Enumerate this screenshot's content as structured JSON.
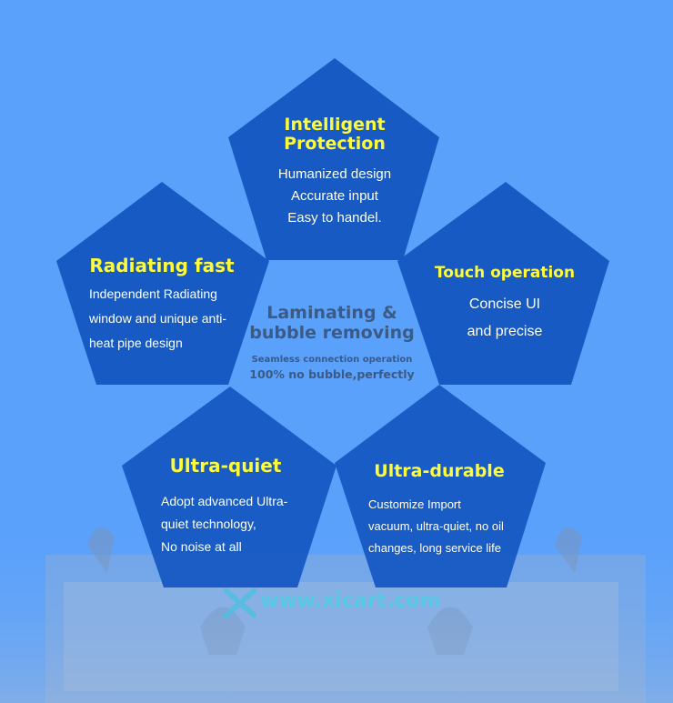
{
  "center": {
    "title_line1": "Laminating &",
    "title_line2": "bubble removing",
    "sub_line1": "Seamless connection operation",
    "sub_line2": "100% no bubble,perfectly"
  },
  "features": {
    "intelligent": {
      "title_line1": "Intelligent",
      "title_line2": "Protection",
      "lines": [
        "Humanized design",
        "Accurate input",
        "Easy to handel."
      ]
    },
    "radiating": {
      "title": "Radiating fast",
      "lines": [
        "Independent Radiating",
        "window and unique anti-",
        "heat pipe design"
      ]
    },
    "touch": {
      "title": "Touch operation",
      "lines": [
        "Concise UI",
        "and precise"
      ]
    },
    "quiet": {
      "title": "Ultra-quiet",
      "lines": [
        "Adopt advanced Ultra-",
        "quiet technology,",
        "No noise at all"
      ]
    },
    "durable": {
      "title": "Ultra-durable",
      "lines": [
        "Customize Import",
        "vacuum, ultra-quiet, no oil",
        "changes, long service life"
      ]
    }
  },
  "watermark": {
    "text": "www.xicart.com"
  },
  "colors": {
    "background": "#5aa1fc",
    "pentagon": "#1657c2",
    "title": "#fdfb3a",
    "body_text": "#ffffff",
    "center_text": "#3c5a86"
  }
}
